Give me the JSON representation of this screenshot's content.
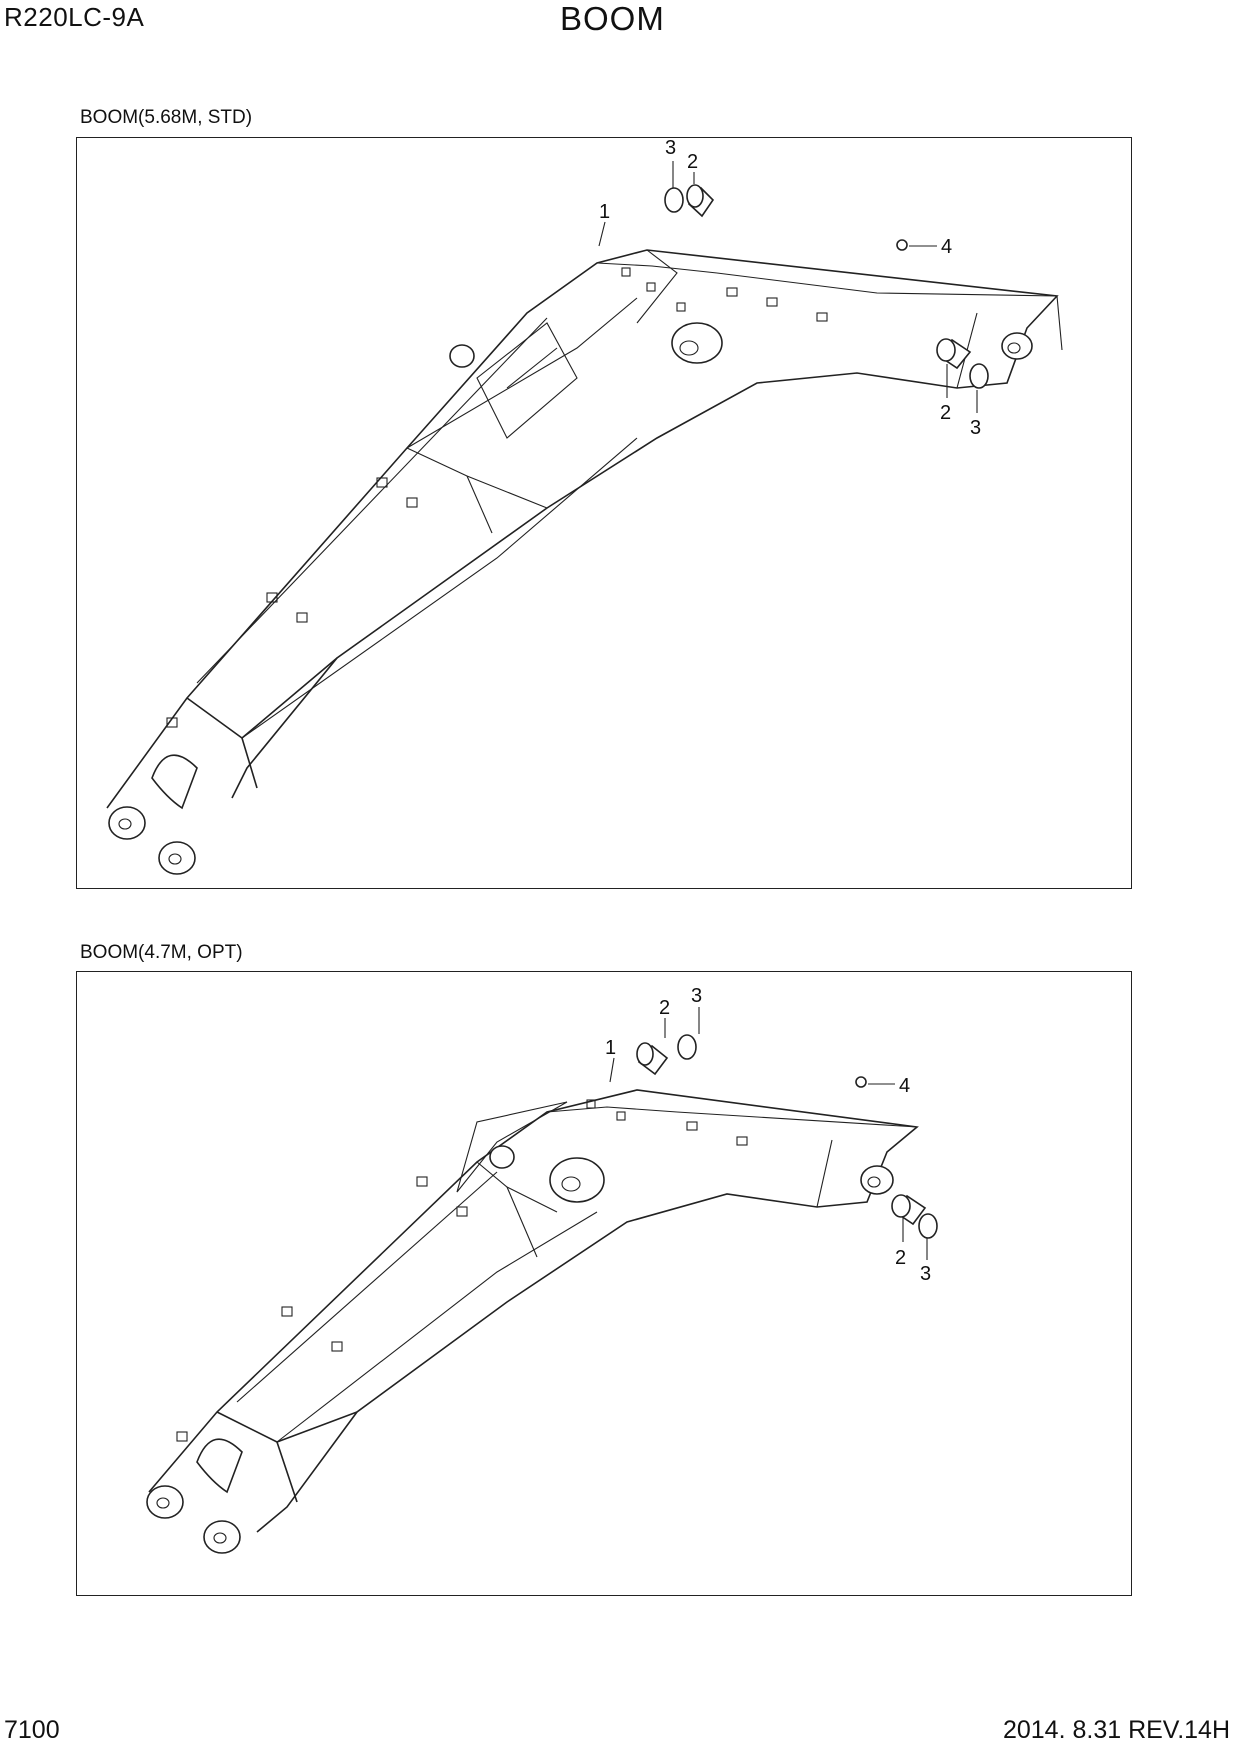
{
  "header": {
    "model": "R220LC-9A",
    "title": "BOOM"
  },
  "figures": [
    {
      "caption": "BOOM(5.68M, STD)",
      "callouts": {
        "boom": "1",
        "bushing_top": "2",
        "ring_top": "3",
        "fitting": "4",
        "bushing_bottom": "2",
        "ring_bottom": "3"
      }
    },
    {
      "caption": "BOOM(4.7M, OPT)",
      "callouts": {
        "boom": "1",
        "bushing_top": "2",
        "ring_top": "3",
        "fitting": "4",
        "bushing_bottom": "2",
        "ring_bottom": "3"
      }
    }
  ],
  "footer": {
    "page_number": "7100",
    "revision": "2014. 8.31  REV.14H"
  }
}
